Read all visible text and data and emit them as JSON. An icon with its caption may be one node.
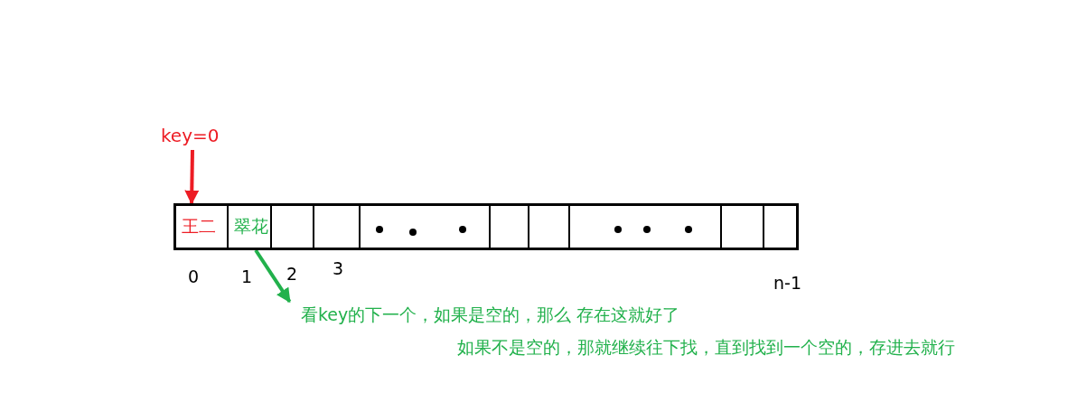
{
  "diagram": {
    "nodes": [
      {
        "text": [
          "key=0"
        ]
      },
      {
        "text": [
          "王二"
        ]
      },
      {
        "text": [
          "翠花"
        ]
      },
      {
        "text": [],
        "shape": "box"
      },
      {
        "text": [],
        "shape": "box"
      },
      {
        "text": [],
        "shape": "box"
      },
      {
        "text": [],
        "shape": "box"
      },
      {
        "text": [],
        "shape": "box"
      },
      {
        "text": [],
        "shape": "box"
      },
      {
        "text": [],
        "shape": "box"
      },
      {
        "text": [],
        "shape": "box"
      },
      {
        "text": [
          "看key的下一个，如果是空的，那么 存在这就好了",
          "如果不是空的，那就继续往下找，直到找到一个空的，存进去就行"
        ]
      }
    ],
    "edges": [
      {
        "from": 0,
        "to": 1,
        "arrow": "to",
        "color": "#ed1c24"
      },
      {
        "from": 2,
        "to": 11,
        "arrow": "to",
        "color": "#22b14c"
      }
    ],
    "labels": [
      "0",
      "1",
      "2",
      "3",
      "n-1"
    ]
  }
}
